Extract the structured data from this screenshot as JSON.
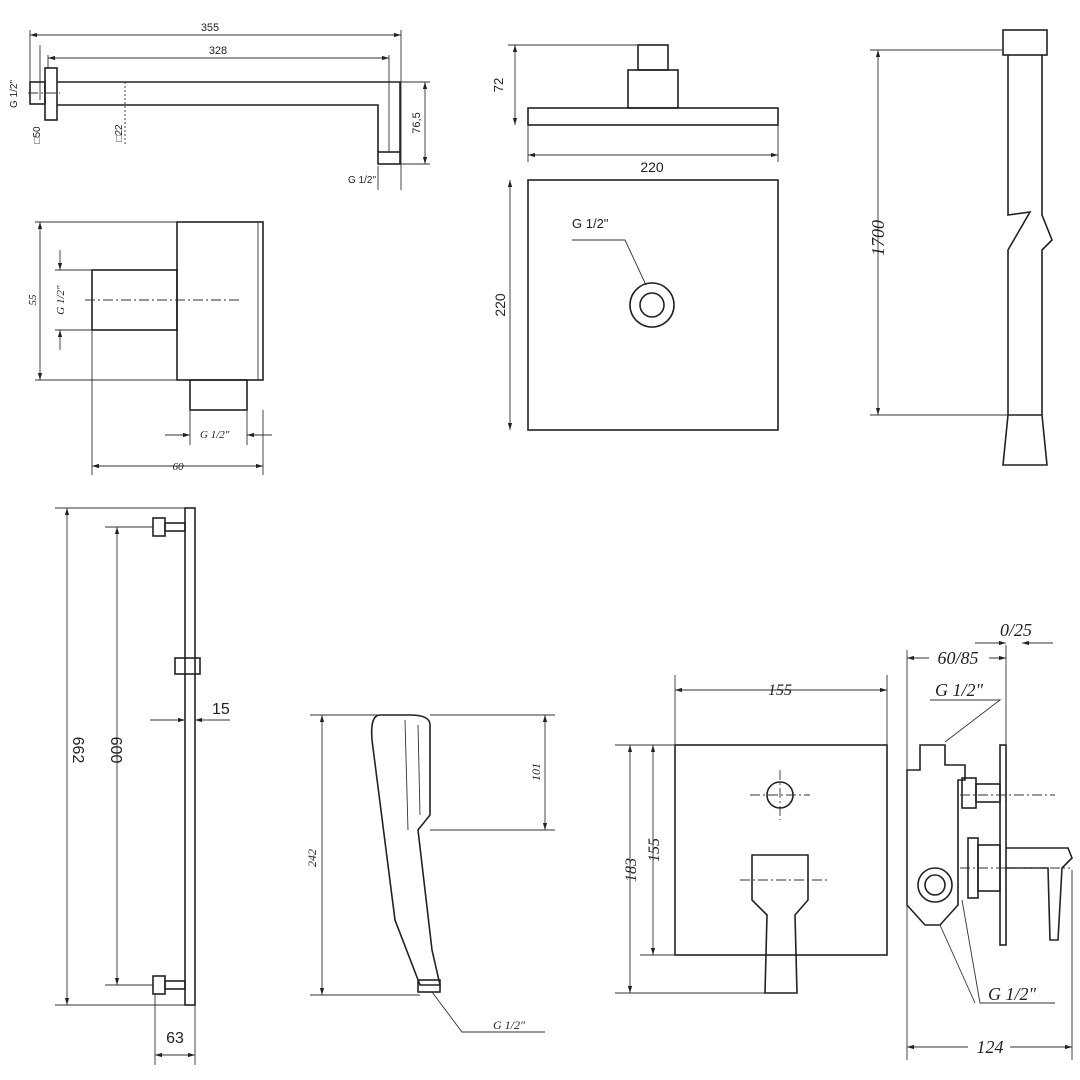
{
  "colors": {
    "line": "#222222",
    "background": "#ffffff"
  },
  "shower_arm": {
    "overall_length": "355",
    "arm_length": "328",
    "inlet_thread": "G 1/2\"",
    "outlet_thread": "G 1/2\"",
    "flange_size": "□50",
    "arm_section": "□22",
    "drop_height": "76,5"
  },
  "wall_elbow": {
    "height": "55",
    "side_thread": "G 1/2\"",
    "bottom_thread": "G 1/2\"",
    "depth": "60"
  },
  "shower_head": {
    "height": "72",
    "width": "220",
    "depth": "220",
    "thread": "G 1/2\""
  },
  "hose": {
    "length": "1700"
  },
  "slide_rail": {
    "overall_height": "662",
    "bracket_spacing": "600",
    "bar_width": "15",
    "projection": "63"
  },
  "hand_shower": {
    "length": "242",
    "head_length": "101",
    "thread": "G 1/2\""
  },
  "mixer_front": {
    "plate_width": "155",
    "overall_height": "183",
    "plate_height": "155"
  },
  "mixer_side": {
    "adjust_range": "0/25",
    "install_depth": "60/85",
    "top_thread": "G 1/2\"",
    "bottom_thread": "G 1/2\"",
    "overall_depth": "124"
  }
}
